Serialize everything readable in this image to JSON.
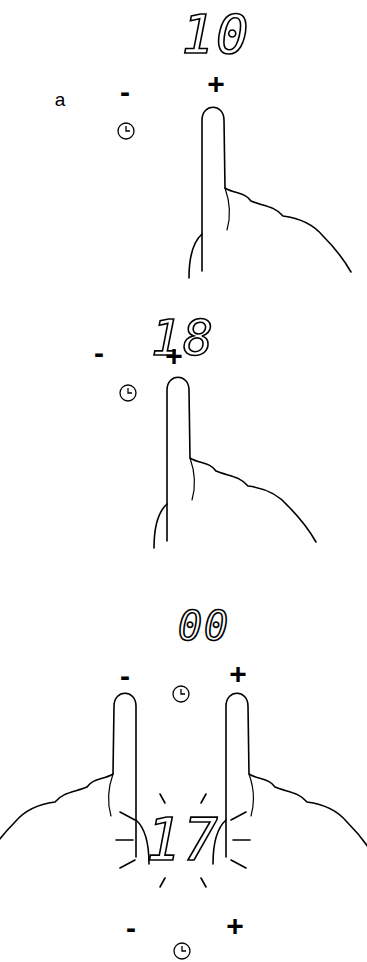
{
  "diagram": {
    "labels": [
      "10",
      "a",
      "-",
      "+",
      "18",
      "-",
      "+",
      "00",
      "-",
      "+",
      "17",
      "-",
      "+"
    ]
  }
}
